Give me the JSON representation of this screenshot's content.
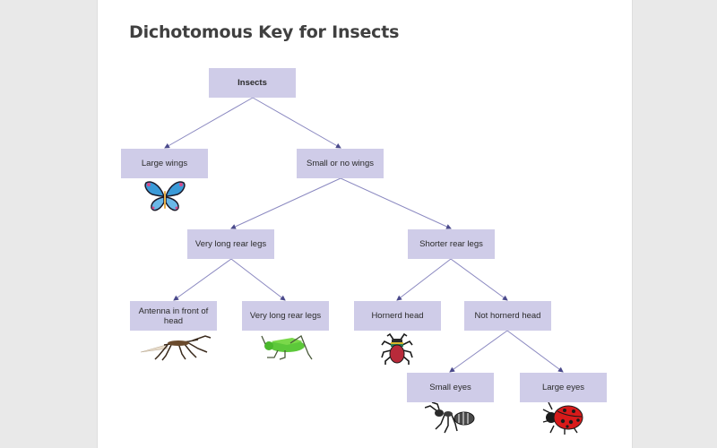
{
  "title": "Dichotomous Key for Insects",
  "colors": {
    "node_fill": "#cfcce8",
    "edge": "#8a88c0",
    "page_bg": "#ffffff",
    "outer_bg": "#e9e9e9"
  },
  "nodes": {
    "insects": "Insects",
    "large_wings": "Large wings",
    "small_or_no_wings": "Small or no wings",
    "very_long_rear_legs": "Very long rear legs",
    "shorter_rear_legs": "Shorter rear legs",
    "antenna_in_front_of_head": "Antenna in front of head",
    "very_long_rear_legs_2": "Very long rear legs",
    "hornerd_head": "Hornerd head",
    "not_hornerd_head": "Not hornerd head",
    "small_eyes": "Small eyes",
    "large_eyes": "Large eyes"
  },
  "images": {
    "large_wings": "butterfly-icon",
    "antenna_in_front_of_head": "mosquito-icon",
    "very_long_rear_legs_2": "grasshopper-icon",
    "hornerd_head": "stag-beetle-icon",
    "small_eyes": "ant-icon",
    "large_eyes": "ladybug-icon"
  }
}
